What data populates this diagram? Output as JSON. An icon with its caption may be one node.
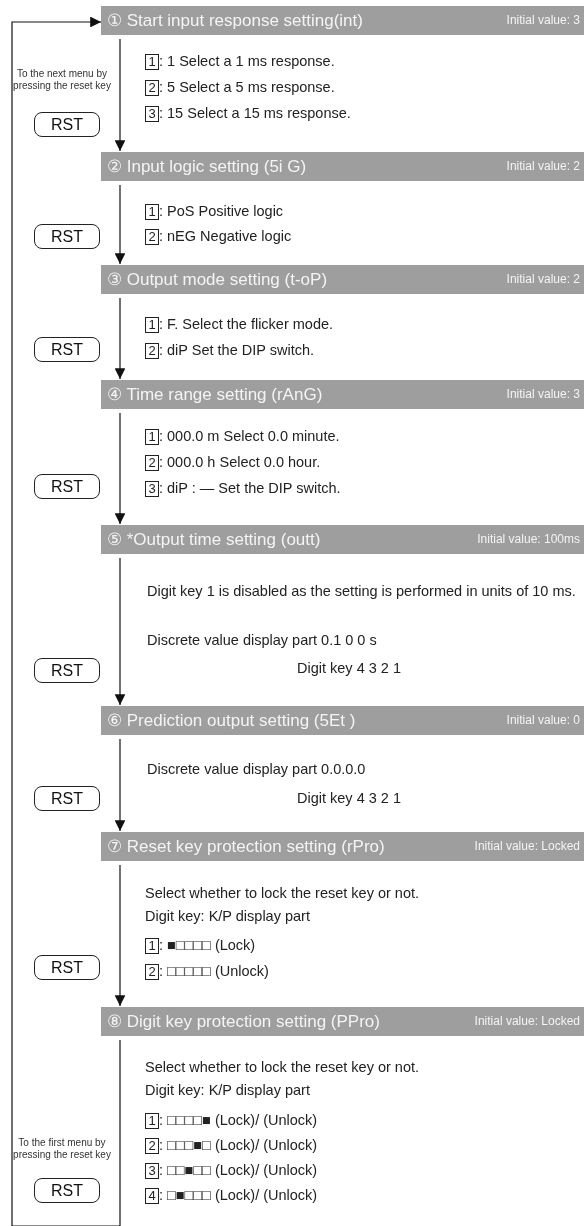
{
  "diagram": {
    "nodes": [
      {
        "text": [
          "① Start input response setting(int)",
          "Initial value: 3"
        ]
      },
      {
        "text": [
          "② Input logic setting (5i G)",
          "Initial value: 2"
        ]
      },
      {
        "text": [
          "③ Output mode setting (t-oP)",
          "Initial value: 2"
        ]
      },
      {
        "text": [
          "④ Time range setting (rAnG)",
          "Initial value: 3"
        ]
      },
      {
        "text": [
          "⑤ *Output time setting (outt)",
          "Initial value: 100ms"
        ]
      },
      {
        "text": [
          "⑥ Prediction output setting (5Et )",
          "Initial value: 0"
        ]
      },
      {
        "text": [
          "⑦ Reset key protection setting (rPro)",
          "Initial value: Locked"
        ]
      },
      {
        "text": [
          "⑧ Digit key protection setting (PPro)",
          "Initial value: Locked"
        ]
      },
      {
        "text": [
          "RST"
        ],
        "beside": [
          "To the next menu by pressing the reset key"
        ]
      },
      {
        "text": [
          "RST"
        ]
      },
      {
        "text": [
          "RST"
        ]
      },
      {
        "text": [
          "RST"
        ]
      },
      {
        "text": [
          "RST"
        ]
      },
      {
        "text": [
          "RST"
        ]
      },
      {
        "text": [
          "RST"
        ]
      },
      {
        "text": [
          "RST"
        ],
        "beside": [
          "To the first menu by pressing the reset key"
        ]
      }
    ],
    "edges": [
      {
        "from": 0,
        "to": 1,
        "arrow": "to"
      },
      {
        "from": 1,
        "to": 2,
        "arrow": "to"
      },
      {
        "from": 2,
        "to": 3,
        "arrow": "to"
      },
      {
        "from": 3,
        "to": 4,
        "arrow": "to"
      },
      {
        "from": 4,
        "to": 5,
        "arrow": "to"
      },
      {
        "from": 5,
        "to": 6,
        "arrow": "to"
      },
      {
        "from": 6,
        "to": 7,
        "arrow": "to"
      },
      {
        "from": 7,
        "to": 0,
        "arrow": "to"
      }
    ],
    "labels": [
      "1: 1 Select a 1 ms response.",
      "2: 5 Select a 5 ms response.",
      "3: 15 Select a 15 ms response.",
      "1: PoS Positive logic",
      "2: nEG Negative logic",
      "1: F. Select the flicker mode.",
      "2: diP Set the DIP switch.",
      "1: 000.0 m Select 0.0 minute.",
      "2: 000.0 h Select 0.0 hour.",
      "3: diP : — Set the DIP switch.",
      "Digit key 1 is disabled as the setting is performed in units of 10 ms.",
      "Discrete value display part 0.1 0 0 s",
      "Digit key 4 3 2 1",
      "Discrete value display part 0.0.0.0",
      "Digit key 4 3 2 1",
      "Select whether to lock the reset key or not.",
      "Digit key: K/P display part",
      "1: ■□□□□ (Lock)",
      "2: □□□□□ (Unlock)",
      "Select whether to lock the reset key or not.",
      "Digit key: K/P display part",
      "1: □□□□■ (Lock)/ (Unlock)",
      "2: □□□■□ (Lock)/ (Unlock)",
      "3: □□■□□ (Lock)/ (Unlock)",
      "4: □■□□□ (Lock)/ (Unlock)"
    ]
  }
}
